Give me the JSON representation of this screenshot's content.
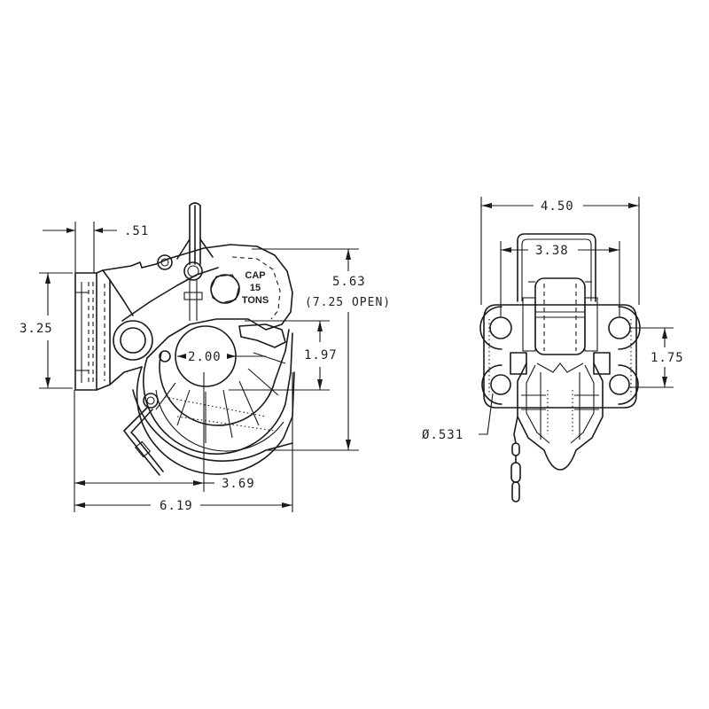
{
  "drawing": {
    "subject": "pintle hook dimensional drawing",
    "line_color": "#1a1a1a",
    "background": "#ffffff"
  },
  "side_view": {
    "capacity_label": {
      "line1": "CAP",
      "line2": "15",
      "line3": "TONS"
    },
    "dimensions": {
      "flange_thickness": ".51",
      "mount_height": "3.25",
      "overall_height": "5.63",
      "overall_height_open": "(7.25 OPEN)",
      "throat_height": "1.97",
      "hook_diameter": "2.00",
      "hook_center_offset": "3.69",
      "overall_length": "6.19"
    }
  },
  "front_view": {
    "dimensions": {
      "overall_width": "4.50",
      "latch_width": "3.38",
      "bolt_spacing": "1.75",
      "bolt_hole_diameter": "Ø.531"
    }
  }
}
